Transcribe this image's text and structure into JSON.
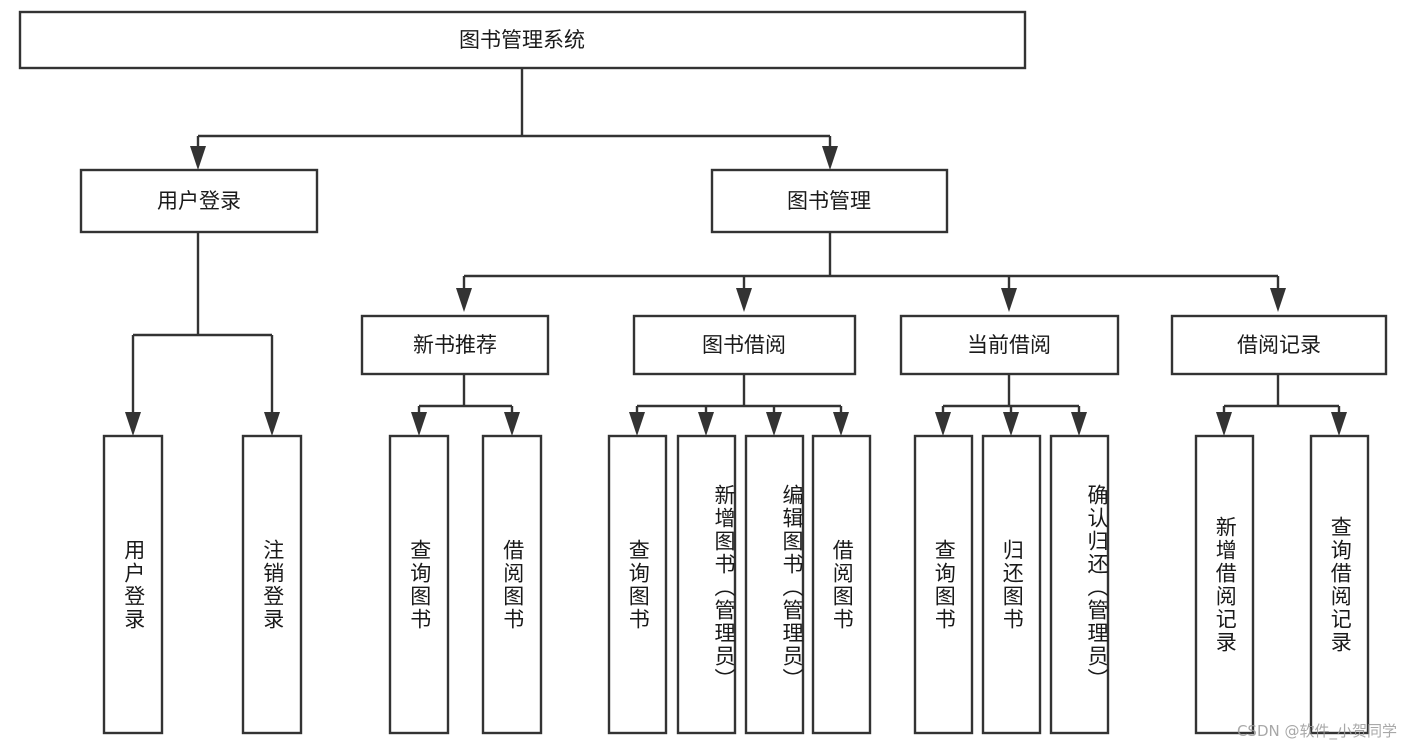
{
  "diagram": {
    "type": "tree",
    "title": "图书管理系统",
    "colors": {
      "box_stroke": "#333333",
      "box_fill": "#ffffff",
      "text": "#1a1a1a",
      "background": "#ffffff",
      "watermark": "#9a9a9a"
    },
    "levels": {
      "root": {
        "label": "图书管理系统"
      },
      "level2": [
        {
          "label": "用户登录"
        },
        {
          "label": "图书管理"
        }
      ],
      "level3": [
        {
          "label": "新书推荐"
        },
        {
          "label": "图书借阅"
        },
        {
          "label": "当前借阅"
        },
        {
          "label": "借阅记录"
        }
      ],
      "leaves": [
        {
          "label": "用户登录",
          "parent": "用户登录"
        },
        {
          "label": "注销登录",
          "parent": "用户登录"
        },
        {
          "label": "查询图书",
          "parent": "新书推荐"
        },
        {
          "label": "借阅图书",
          "parent": "新书推荐"
        },
        {
          "label": "查询图书",
          "parent": "图书借阅"
        },
        {
          "label": "新增图书（管理员）",
          "parent": "图书借阅"
        },
        {
          "label": "编辑图书（管理员）",
          "parent": "图书借阅"
        },
        {
          "label": "借阅图书",
          "parent": "图书借阅"
        },
        {
          "label": "查询图书",
          "parent": "当前借阅"
        },
        {
          "label": "归还图书",
          "parent": "当前借阅"
        },
        {
          "label": "确认归还（管理员）",
          "parent": "当前借阅"
        },
        {
          "label": "新增借阅记录",
          "parent": "借阅记录"
        },
        {
          "label": "查询借阅记录",
          "parent": "借阅记录"
        }
      ]
    }
  },
  "watermark": {
    "text": "CSDN @软件_小贺同学"
  }
}
